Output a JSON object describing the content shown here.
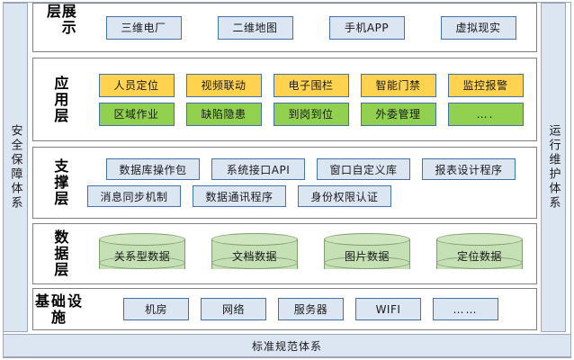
{
  "diagram": {
    "left_rail": "安全保障体系",
    "right_rail": "运行维护体系",
    "bottom_bar": "标准规范体系",
    "colors": {
      "rail_fill": "#DCE6F2",
      "frame_border": "#9AA7BD",
      "layer_border": "#808080",
      "blue_fill": "#DCE6F2",
      "blue_border": "#4472A8",
      "amber_fill": "#FFD34F",
      "green_fill": "#92D050",
      "cylinder_fill": "#C5E0B4",
      "cylinder_border": "#7F9F6F"
    }
  },
  "layers": [
    {
      "id": "presentation",
      "label": "展示层",
      "rows": [
        {
          "style": "blue",
          "items": [
            "三维电厂",
            "二维地图",
            "手机APP",
            "虚拟现实"
          ]
        }
      ]
    },
    {
      "id": "application",
      "label": "应用层",
      "rows": [
        {
          "style": "amber",
          "items": [
            "人员定位",
            "视频联动",
            "电子围栏",
            "智能门禁",
            "监控报警"
          ]
        },
        {
          "style": "green",
          "items": [
            "区域作业",
            "缺陷隐患",
            "到岗到位",
            "外委管理",
            "…."
          ]
        }
      ]
    },
    {
      "id": "support",
      "label": "支撑层",
      "rows": [
        {
          "style": "blue",
          "items": [
            "数据库操作包",
            "系统接口API",
            "窗口自定义库",
            "报表设计程序"
          ]
        },
        {
          "style": "blue",
          "items": [
            "消息同步机制",
            "数据通讯程序",
            "身份权限认证"
          ]
        }
      ]
    },
    {
      "id": "data",
      "label": "数据层",
      "rows": [
        {
          "style": "cylinder",
          "items": [
            "关系型数据",
            "文档数据",
            "图片数据",
            "定位数据"
          ]
        }
      ]
    },
    {
      "id": "infrastructure",
      "label": "基础设施",
      "rows": [
        {
          "style": "blue",
          "items": [
            "机房",
            "网络",
            "服务器",
            "WIFI",
            "……"
          ]
        }
      ]
    }
  ]
}
